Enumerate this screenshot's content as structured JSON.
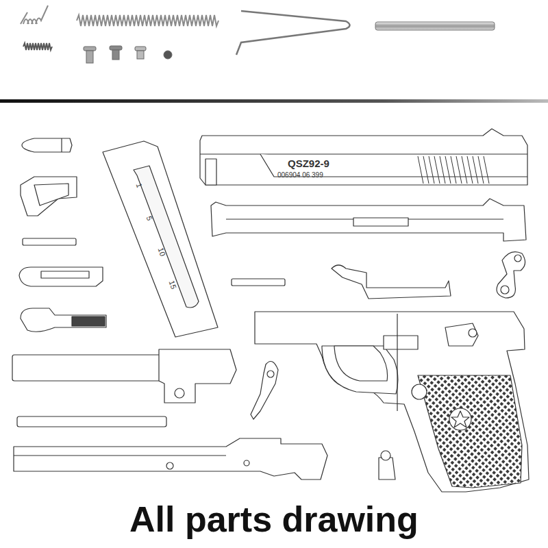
{
  "diagram": {
    "caption": "All parts drawing",
    "labels": [
      "QSZ92-9",
      "006904 06 399",
      "1",
      "5",
      "10",
      "15"
    ]
  }
}
